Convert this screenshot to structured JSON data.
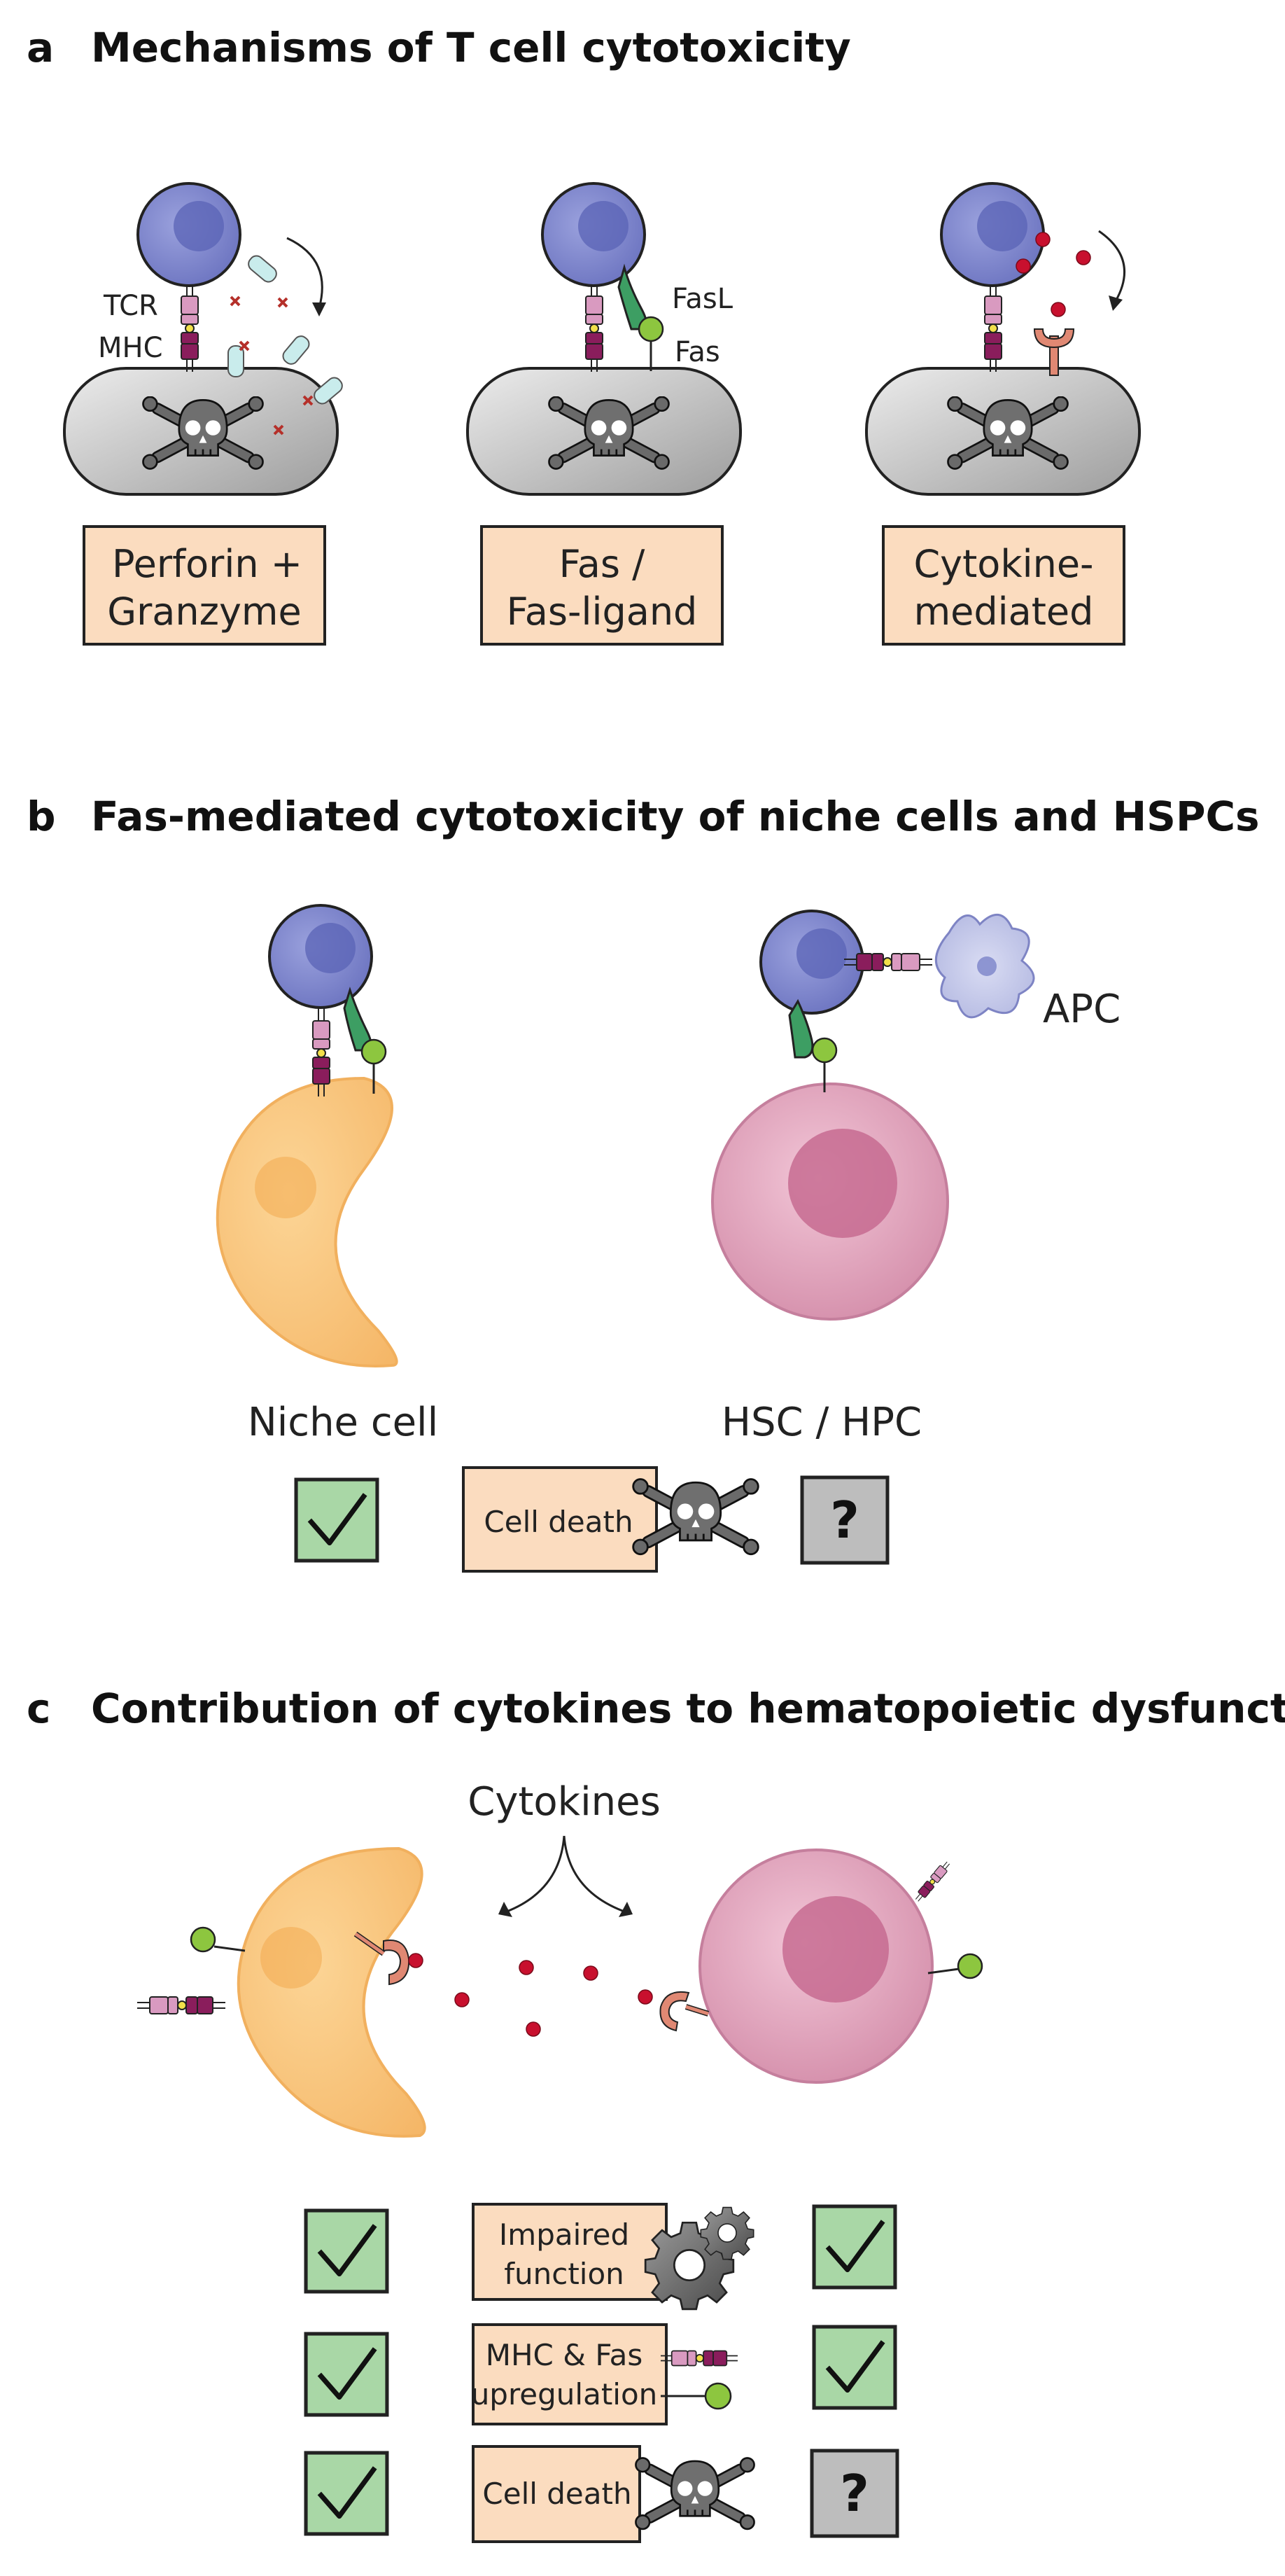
{
  "panel_a": {
    "letter": "a",
    "title": "Mechanisms of T cell cytotoxicity",
    "labels": {
      "tcr": "TCR",
      "mhc": "MHC",
      "fasl": "FasL",
      "fas": "Fas"
    },
    "boxes": [
      {
        "line1": "Perforin +",
        "line2": "Granzyme"
      },
      {
        "line1": "Fas /",
        "line2": "Fas-ligand"
      },
      {
        "line1": "Cytokine-",
        "line2": "mediated"
      }
    ]
  },
  "panel_b": {
    "letter": "b",
    "title": "Fas-mediated cytotoxicity of niche cells and HSPCs",
    "apc_label": "APC",
    "niche_label": "Niche cell",
    "hsc_label": "HSC / HPC",
    "outcome": "Cell death",
    "unknown": "?"
  },
  "panel_c": {
    "letter": "c",
    "title": "Contribution of cytokines to hematopoietic dysfunction",
    "cytokines_label": "Cytokines",
    "rows": [
      {
        "line1": "Impaired",
        "line2": "function"
      },
      {
        "line1": "MHC & Fas",
        "line2": "upregulation"
      },
      {
        "line1": "Cell death",
        "line2": ""
      }
    ],
    "unknown": "?"
  },
  "colors": {
    "t_cell": "#7b83c9",
    "t_cell_nucleus": "#5a63b5",
    "target_cell": "#c8c8c8",
    "box_fill": "#fbdcbf",
    "check_fill": "#a9d7a6",
    "question_fill": "#bdbdbd",
    "niche_cell": "#f8c77d",
    "hsc_cell": "#dc9ab5",
    "fas_ligand": "#3d9e63",
    "fas": "#8dc63f",
    "mhc": "#8a1d5c",
    "tcr": "#c87ba8",
    "cytokine": "#c8102e",
    "receptor": "#e08873",
    "perforin": "#c9ecec",
    "granzyme": "#b5302a"
  }
}
